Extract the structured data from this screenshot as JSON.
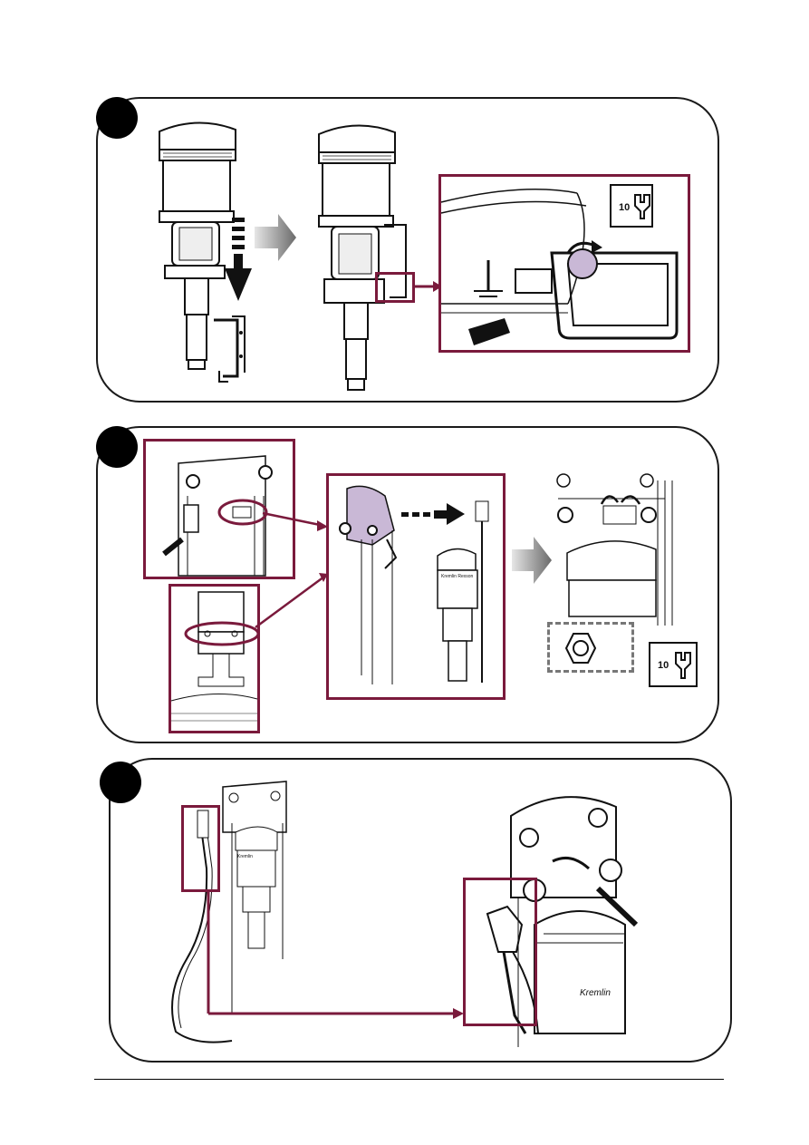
{
  "colors": {
    "frame": "#7a1a3c",
    "outline": "#1a1a1a",
    "arrow_grey": "#9a9a9a",
    "callout_fill": "#c9b8d6"
  },
  "step1": {
    "wrench_label": "10"
  },
  "step2": {
    "brand_label": "Kremlin Rexson",
    "nut_callout_icon": "hex-nut-icon",
    "wrench_label": "10"
  },
  "step3": {
    "brand_label": "Kremlin"
  }
}
